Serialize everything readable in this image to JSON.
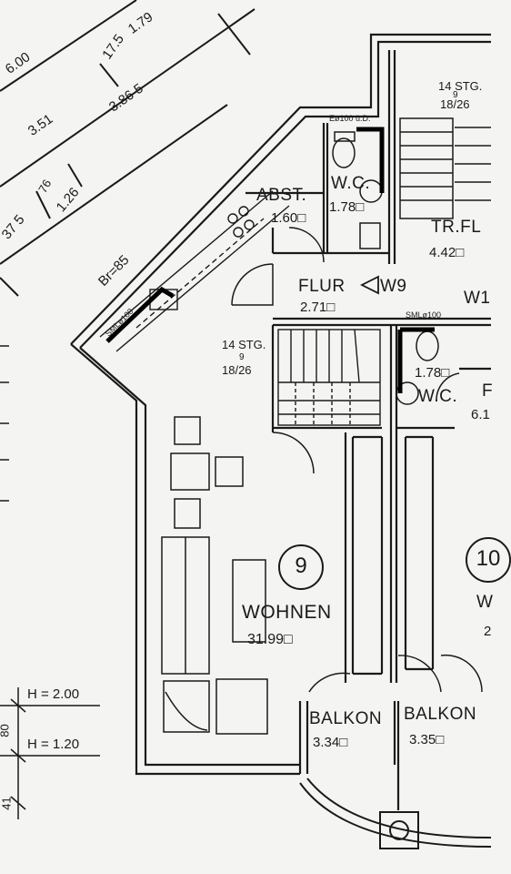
{
  "dimensions": {
    "d_600": "6.00",
    "d_351": "3.51",
    "d_179": "1.79",
    "d_175": "17.5",
    "d_3865": "3.86 5",
    "d_375": "37 5",
    "d_76": "76",
    "d_126": "1.26",
    "br85": "Br=85",
    "h200": "H = 2.00",
    "h120": "H = 1.20",
    "d_80": "80",
    "d_41": "41"
  },
  "rooms": {
    "abst": {
      "name": "ABST.",
      "area": "1.60□"
    },
    "wc1": {
      "name": "W.C.",
      "area": "1.78□",
      "pipe": "Eø100 ü.D."
    },
    "stairs_top": {
      "stg": "14 STG.",
      "ratio": "18/26",
      "nine": "9"
    },
    "tr_flur": {
      "name": "TR.FL",
      "area": "4.42□"
    },
    "flur": {
      "name": "FLUR",
      "area": "2.71□"
    },
    "w9": "W9",
    "w1": "W1",
    "stairs_mid": {
      "stg": "14 STG.",
      "ratio": "18/26",
      "nine": "9"
    },
    "wc2": {
      "name": "W.C.",
      "area": "1.78□",
      "pipe": "SMLø100"
    },
    "right_area": "6.1",
    "right_letter": "F",
    "sml_left": "SMLø100",
    "wohnen": {
      "number": "9",
      "name": "WOHNEN",
      "area": "31.99□"
    },
    "unit10": {
      "number": "10",
      "letter": "W",
      "area_digit": "2"
    },
    "balkon1": {
      "name": "BALKON",
      "area": "3.34□"
    },
    "balkon2": {
      "name": "BALKON",
      "area": "3.35□"
    }
  }
}
